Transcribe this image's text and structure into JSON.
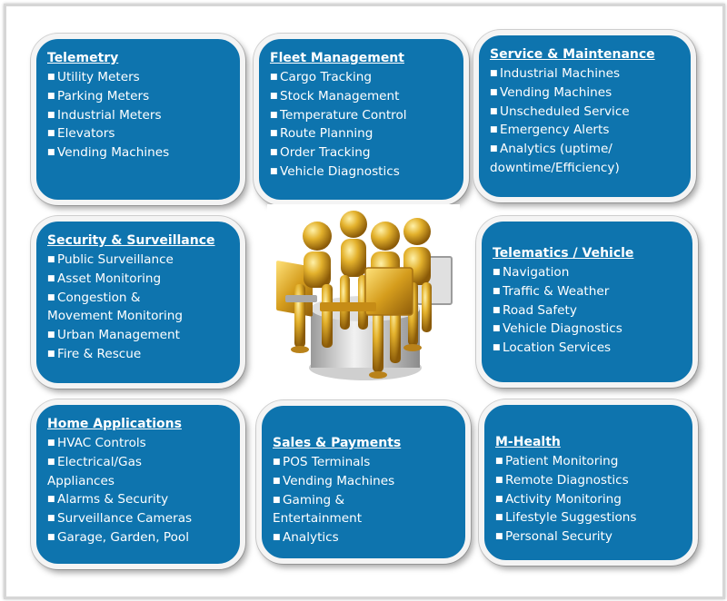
{
  "cards": [
    {
      "title": "Telemetry",
      "items": [
        "Utility Meters",
        "Parking Meters",
        "Industrial Meters",
        "Elevators",
        "Vending Machines"
      ]
    },
    {
      "title": "Fleet Management",
      "items": [
        "Cargo Tracking",
        "Stock Management",
        "Temperature Control",
        "Route Planning",
        "Order Tracking",
        "Vehicle Diagnostics"
      ]
    },
    {
      "title": "Service & Maintenance",
      "items": [
        "Industrial Machines",
        "Vending Machines",
        "Unscheduled Service",
        "Emergency Alerts"
      ],
      "wrapped": {
        "first": "Analytics (uptime/",
        "second": "downtime/Efficiency)"
      }
    },
    {
      "title": "Security & Surveillance",
      "items_a": [
        "Public Surveillance",
        "Asset Monitoring"
      ],
      "wrapped": {
        "first": "Congestion &",
        "second": "Movement Monitoring"
      },
      "items_b": [
        "Urban Management",
        "Fire & Rescue"
      ]
    },
    {
      "title": "Telematics / Vehicle",
      "items": [
        "Navigation",
        "Traffic & Weather",
        "Road Safety",
        "Vehicle Diagnostics",
        "Location Services"
      ]
    },
    {
      "title": "Home Applications",
      "items_a": [
        "HVAC Controls"
      ],
      "wrapped": {
        "first": "Electrical/Gas",
        "second": "Appliances"
      },
      "items_b": [
        "Alarms & Security",
        "Surveillance Cameras",
        "Garage, Garden, Pool"
      ]
    },
    {
      "title": "Sales & Payments",
      "items_a": [
        "POS Terminals",
        "Vending Machines"
      ],
      "wrapped": {
        "first": "Gaming &",
        "second": "Entertainment"
      },
      "items_b": [
        "Analytics"
      ]
    },
    {
      "title": "M-Health",
      "items": [
        "Patient Monitoring",
        "Remote Diagnostics",
        "Activity Monitoring",
        "Lifestyle Suggestions",
        "Personal Security"
      ]
    }
  ],
  "colors": {
    "card_fill": "#0e74ae",
    "figure_gold": "#d9a520",
    "server_silver": "#c7c7c7"
  },
  "illustration": {
    "icon": "gold-people-with-laptops-icon"
  }
}
